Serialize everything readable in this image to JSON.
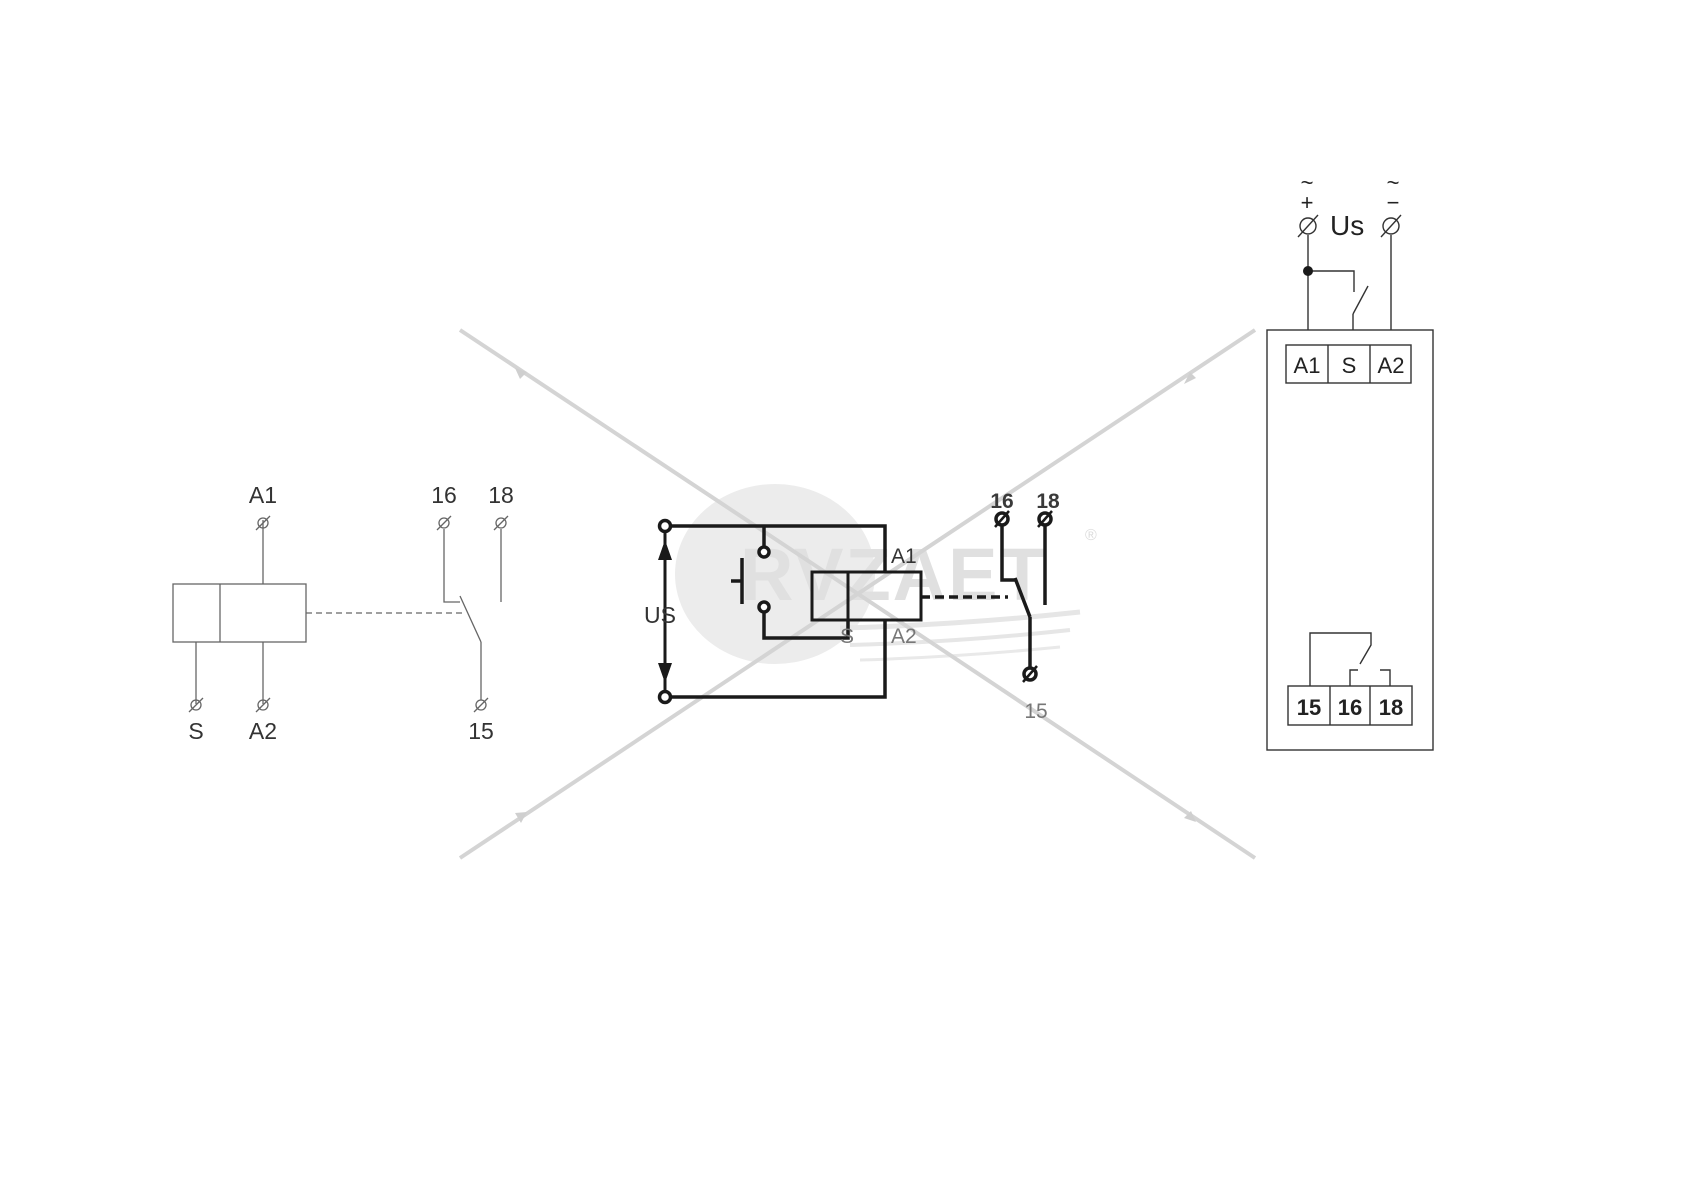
{
  "left_symbol": {
    "labels": {
      "a1": "A1",
      "s": "S",
      "a2": "A2",
      "c16": "16",
      "c18": "18",
      "c15": "15"
    }
  },
  "center_wiring": {
    "labels": {
      "us": "US",
      "a1": "A1",
      "s": "S",
      "a2": "A2",
      "c16": "16",
      "c18": "18",
      "c15": "15"
    }
  },
  "right_module": {
    "supply": {
      "plus": "~\n+",
      "minus": "~\n−",
      "us": "Us"
    },
    "top_terminals": [
      "A1",
      "S",
      "A2"
    ],
    "bottom_terminals": [
      "15",
      "16",
      "18"
    ]
  },
  "watermark": {
    "logo_text": "RVZAET",
    "mark": "®"
  },
  "colors": {
    "line_dark": "#1a1a1a",
    "line_light": "#666666",
    "crossing_lines": "#d4d4d4",
    "watermark": "#e6e6e6"
  }
}
